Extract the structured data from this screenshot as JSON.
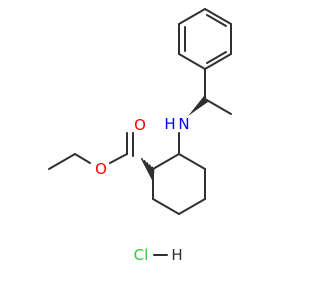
{
  "molecule": {
    "atoms": {
      "carbonyl_oxygen": {
        "label": "O",
        "color": "#ff0000"
      },
      "ester_oxygen": {
        "label": "O",
        "color": "#ff0000"
      },
      "amine_nitrogen": {
        "label": "N",
        "color": "#0000ff"
      },
      "amine_hydrogen": {
        "label": "H",
        "color": "#0000ff"
      }
    },
    "salt": {
      "chlorine": {
        "label": "Cl",
        "color": "#33cc33"
      },
      "hydrogen": {
        "label": "H",
        "color": "#303030"
      },
      "bond_color": "#303030"
    },
    "bond_color": "#303030"
  }
}
